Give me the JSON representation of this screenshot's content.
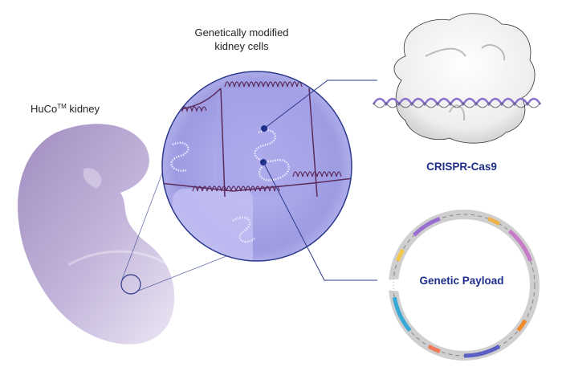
{
  "labels": {
    "kidney_name": "HuCo",
    "kidney_tm": "TM",
    "kidney_suffix": " kidney",
    "cells_line1": "Genetically modified",
    "cells_line2": "kidney cells",
    "crispr": "CRISPR-Cas9",
    "payload": "Genetic Payload"
  },
  "colors": {
    "accent_navy": "#1f2f8a",
    "callout_line": "#2b3a8c",
    "kidney_purple": "#a795c4",
    "cell_lavender": "#a9a7e8",
    "dna_strand": "#8a6fc9"
  },
  "plasmid_segments": [
    {
      "color": "#9a6fd1"
    },
    {
      "color": "#f2c84b"
    },
    {
      "color": "#f0b24a"
    },
    {
      "color": "#c77ac7"
    },
    {
      "color": "#f08a2c"
    },
    {
      "color": "#5a5fc4"
    },
    {
      "color": "#f07a5a"
    },
    {
      "color": "#3aa8d6"
    }
  ]
}
